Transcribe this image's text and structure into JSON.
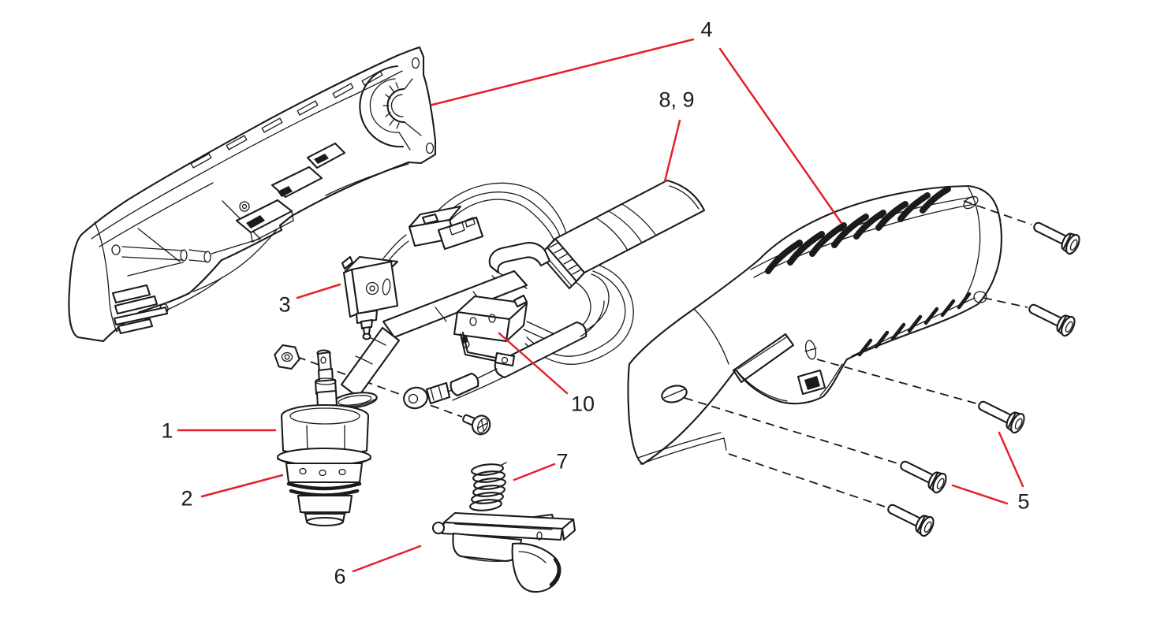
{
  "diagram": {
    "subject": "plasma-torch-handle-exploded-view",
    "colors": {
      "bg": "#ffffff",
      "ink": "#1b1b1b",
      "red": "#e4202e",
      "label": "#1c1c1e"
    },
    "callouts": [
      {
        "label": "1",
        "points_to": "torch-head-body"
      },
      {
        "label": "2",
        "points_to": "torch-head-lower-seal-section"
      },
      {
        "label": "3",
        "points_to": "small-valve-switch"
      },
      {
        "label": "4",
        "points_to": "handle-shell-halves"
      },
      {
        "label": "5",
        "points_to": "handle-screws"
      },
      {
        "label": "6",
        "points_to": "trigger"
      },
      {
        "label": "7",
        "points_to": "trigger-spring"
      },
      {
        "label": "8, 9",
        "points_to": "torch-lead-sleeve"
      },
      {
        "label": "10",
        "points_to": "micro-switch"
      }
    ]
  }
}
